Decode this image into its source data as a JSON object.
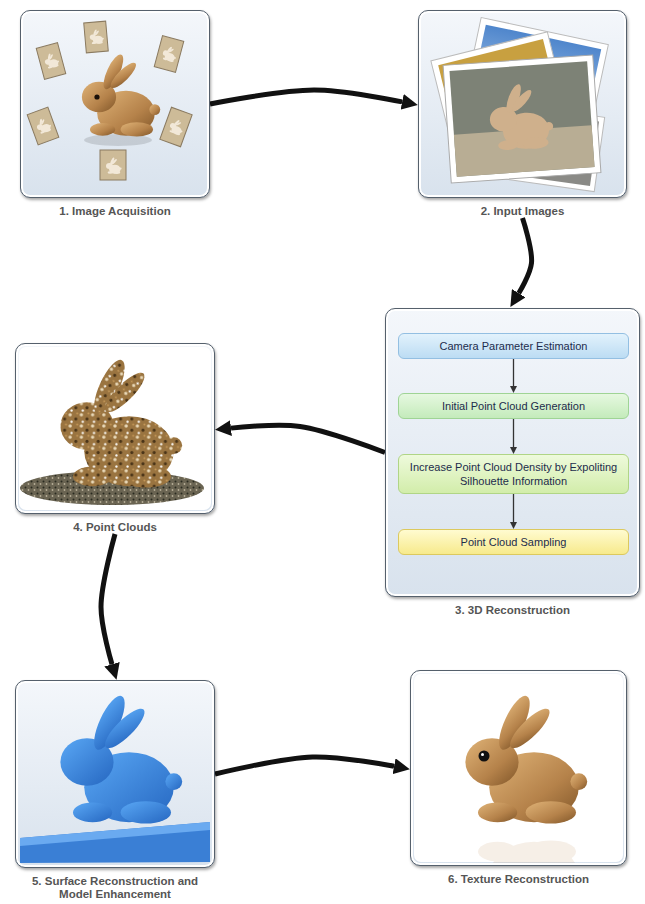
{
  "diagram": {
    "nodes": [
      {
        "text": [
          "1. Image Acquisition"
        ]
      },
      {
        "text": [
          "2. Input Images"
        ]
      },
      {
        "text": [
          "3. 3D Reconstruction"
        ]
      },
      {
        "text": [
          "Camera Parameter Estimation"
        ],
        "in": 2
      },
      {
        "text": [
          "Initial Point Cloud Generation"
        ],
        "in": 2
      },
      {
        "text": [
          "Increase Point Cloud Density by Expoliting Silhouette Information"
        ],
        "in": 2
      },
      {
        "text": [
          "Point Cloud Sampling"
        ],
        "in": 2
      },
      {
        "text": [
          "4. Point Clouds"
        ]
      },
      {
        "text": [
          "5. Surface Reconstruction and Model Enhancement"
        ]
      },
      {
        "text": [
          "6. Texture Reconstruction"
        ]
      }
    ],
    "edges": [
      {
        "from": 0,
        "to": 1,
        "arrow": "to"
      },
      {
        "from": 1,
        "to": 2,
        "arrow": "to"
      },
      {
        "from": 2,
        "to": 7,
        "arrow": "to"
      },
      {
        "from": 7,
        "to": 8,
        "arrow": "to"
      },
      {
        "from": 8,
        "to": 9,
        "arrow": "to"
      },
      {
        "from": 3,
        "to": 4,
        "arrow": "to"
      },
      {
        "from": 4,
        "to": 5,
        "arrow": "to"
      },
      {
        "from": 5,
        "to": 6,
        "arrow": "to"
      }
    ]
  }
}
